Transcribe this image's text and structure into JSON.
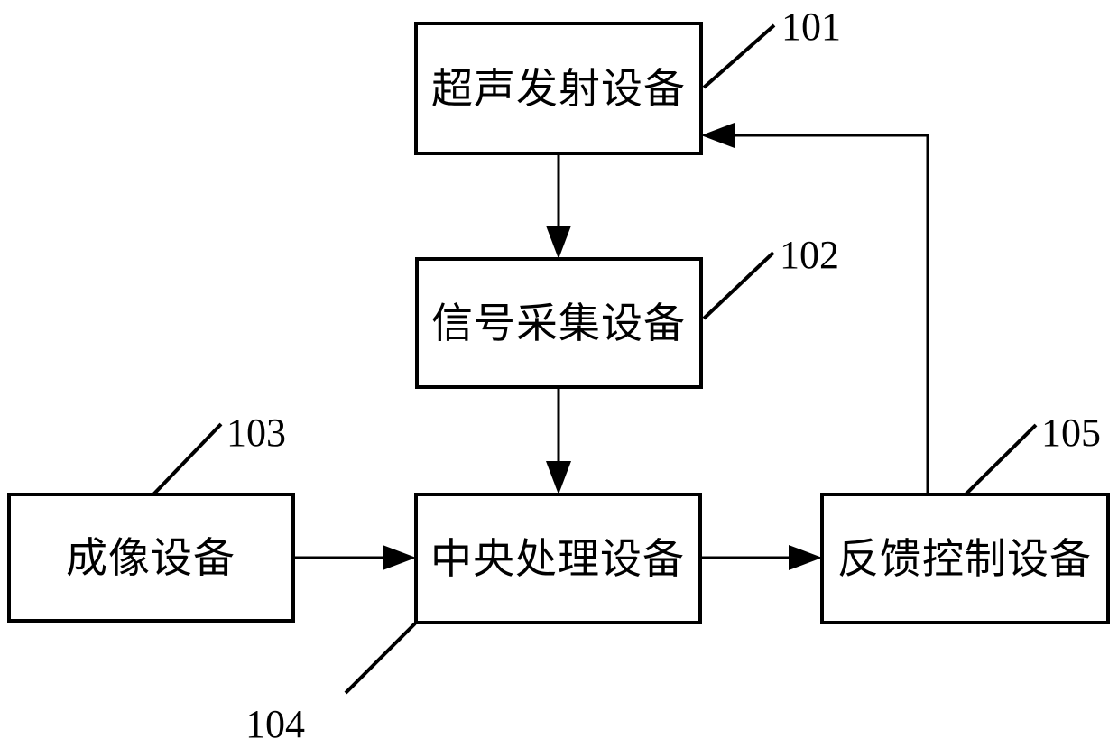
{
  "diagram": {
    "kind": "patent-block-diagram",
    "background_color": "#ffffff",
    "line_color": "#000000",
    "nodes": [
      {
        "ref": "101",
        "label": "超声发射设备"
      },
      {
        "ref": "102",
        "label": "信号采集设备"
      },
      {
        "ref": "103",
        "label": "成像设备"
      },
      {
        "ref": "104",
        "label": "中央处理设备"
      },
      {
        "ref": "105",
        "label": "反馈控制设备"
      }
    ],
    "edges": [
      {
        "from": "101",
        "to": "102",
        "style": "arrow-down"
      },
      {
        "from": "102",
        "to": "104",
        "style": "arrow-down"
      },
      {
        "from": "103",
        "to": "104",
        "style": "arrow-right"
      },
      {
        "from": "104",
        "to": "105",
        "style": "arrow-right"
      },
      {
        "from": "105",
        "to": "101",
        "style": "arrow-feedback-left"
      }
    ]
  }
}
